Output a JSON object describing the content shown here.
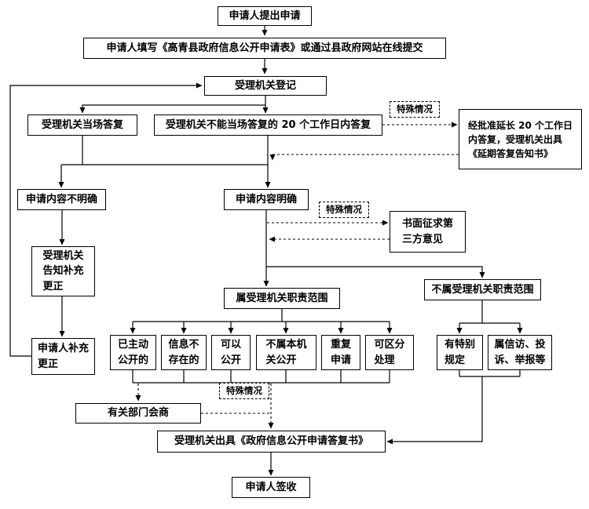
{
  "diagram": {
    "kind": "flowchart",
    "language": "zh-CN",
    "colors": {
      "background": "#ffffff",
      "line": "#000000",
      "box_border": "#000000",
      "text": "#000000"
    },
    "nodes": {
      "apply": {
        "label": "申请人提出申请"
      },
      "fill_form": {
        "label": "申请人填写《高青县政府信息公开申请表》或通过县政府网站在线提交"
      },
      "register": {
        "label": "受理机关登记"
      },
      "onspot_reply": {
        "label": "受理机关当场答复"
      },
      "reply_20days": {
        "label": "受理机关不能当场答复的 20 个工作日内答复"
      },
      "special_1": {
        "label": "特殊情况"
      },
      "extend": {
        "label": "经批准延长 20 个工作日\n内答复，受理机关出具\n《延期答复告知书》"
      },
      "unclear": {
        "label": "申请内容不明确"
      },
      "clear": {
        "label": "申请内容明确"
      },
      "special_2": {
        "label": "特殊情况"
      },
      "third_party": {
        "label": "书面征求第\n三方意见"
      },
      "notify_supplement": {
        "label": "受理机关\n告知补充\n更正"
      },
      "in_scope": {
        "label": "属受理机关职责范围"
      },
      "out_scope": {
        "label": "不属受理机关职责范围"
      },
      "supplement": {
        "label": "申请人补充\n更正"
      },
      "proactive": {
        "label": "已主动\n公开的"
      },
      "not_exist": {
        "label": "信息不\n存在的"
      },
      "can_open": {
        "label": "可以\n公开"
      },
      "not_this_org": {
        "label": "不属本机\n关公开"
      },
      "repeat": {
        "label": "重复\n申请"
      },
      "separable": {
        "label": "可区分\n处理"
      },
      "special_rule": {
        "label": "有特别\n规定"
      },
      "petition": {
        "label": "属信访、投\n诉、举报等"
      },
      "special_3": {
        "label": "特殊情况"
      },
      "consult": {
        "label": "有关部门会商"
      },
      "reply_doc": {
        "label": "受理机关出具《政府信息公开申请答复书》"
      },
      "sign": {
        "label": "申请人签收"
      }
    },
    "edges": [
      {
        "from": "apply",
        "to": "fill_form",
        "style": "solid"
      },
      {
        "from": "fill_form",
        "to": "register",
        "style": "solid"
      },
      {
        "from": "register",
        "to": "onspot_reply",
        "style": "solid"
      },
      {
        "from": "register",
        "to": "reply_20days",
        "style": "solid"
      },
      {
        "from": "reply_20days",
        "to": "extend",
        "style": "dashed",
        "note": "特殊情况"
      },
      {
        "from": "extend",
        "to": "clear",
        "style": "dashed"
      },
      {
        "from": "onspot_reply",
        "to": "unclear",
        "style": "solid"
      },
      {
        "from": "onspot_reply",
        "to": "clear",
        "style": "solid"
      },
      {
        "from": "reply_20days",
        "to": "unclear",
        "style": "solid"
      },
      {
        "from": "reply_20days",
        "to": "clear",
        "style": "solid"
      },
      {
        "from": "unclear",
        "to": "notify_supplement",
        "style": "solid"
      },
      {
        "from": "notify_supplement",
        "to": "supplement",
        "style": "solid"
      },
      {
        "from": "supplement",
        "to": "register",
        "style": "solid"
      },
      {
        "from": "clear",
        "to": "third_party",
        "style": "dashed",
        "note": "特殊情况"
      },
      {
        "from": "third_party",
        "to": "clear",
        "style": "dashed"
      },
      {
        "from": "clear",
        "to": "in_scope",
        "style": "solid"
      },
      {
        "from": "clear",
        "to": "out_scope",
        "style": "solid"
      },
      {
        "from": "in_scope",
        "to": "proactive",
        "style": "solid"
      },
      {
        "from": "in_scope",
        "to": "not_exist",
        "style": "solid"
      },
      {
        "from": "in_scope",
        "to": "can_open",
        "style": "solid"
      },
      {
        "from": "in_scope",
        "to": "not_this_org",
        "style": "solid"
      },
      {
        "from": "in_scope",
        "to": "repeat",
        "style": "solid"
      },
      {
        "from": "in_scope",
        "to": "separable",
        "style": "solid"
      },
      {
        "from": "out_scope",
        "to": "special_rule",
        "style": "solid"
      },
      {
        "from": "out_scope",
        "to": "petition",
        "style": "solid"
      },
      {
        "from": "proactive",
        "to": "reply_doc",
        "style": "solid"
      },
      {
        "from": "not_exist",
        "to": "reply_doc",
        "style": "solid"
      },
      {
        "from": "can_open",
        "to": "reply_doc",
        "style": "solid"
      },
      {
        "from": "not_this_org",
        "to": "reply_doc",
        "style": "solid"
      },
      {
        "from": "repeat",
        "to": "reply_doc",
        "style": "solid"
      },
      {
        "from": "separable",
        "to": "reply_doc",
        "style": "dashed",
        "note": "特殊情况"
      },
      {
        "from": "in_scope",
        "to": "consult",
        "style": "dashed",
        "note": "特殊情况"
      },
      {
        "from": "consult",
        "to": "reply_doc",
        "style": "dashed"
      },
      {
        "from": "special_rule",
        "to": "reply_doc",
        "style": "solid"
      },
      {
        "from": "petition",
        "to": "reply_doc",
        "style": "solid"
      },
      {
        "from": "reply_doc",
        "to": "sign",
        "style": "solid"
      }
    ]
  }
}
